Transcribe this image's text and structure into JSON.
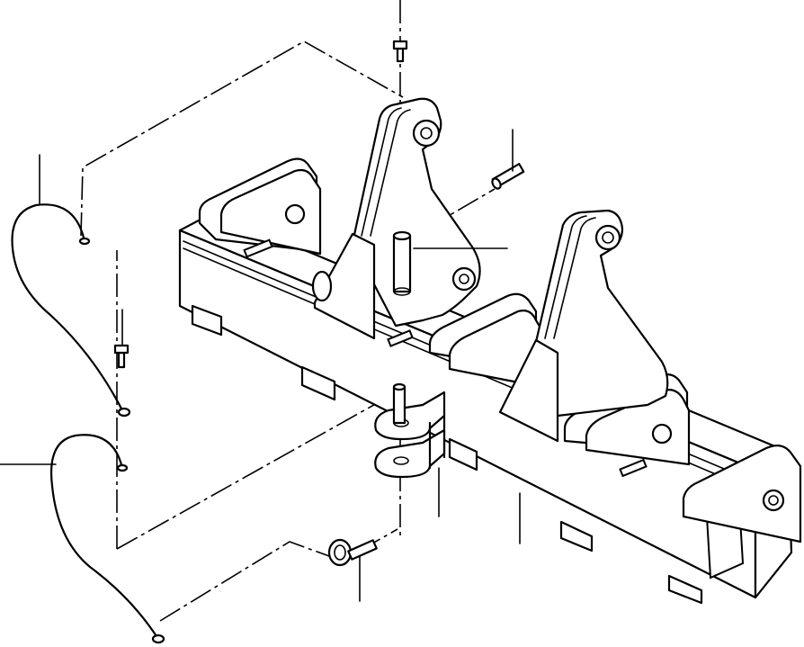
{
  "figure": {
    "colors": {
      "line": "#000000",
      "background": "#ffffff"
    },
    "parts": [
      {
        "id": "crossmember"
      },
      {
        "id": "upper-lift-arm-bracket"
      },
      {
        "id": "lower-lift-arm-bracket"
      },
      {
        "id": "clevis-bracket"
      },
      {
        "id": "hitch-pin"
      },
      {
        "id": "lynch-pin"
      },
      {
        "id": "cap-screw-top"
      },
      {
        "id": "cap-screw-left"
      },
      {
        "id": "retaining-chain-upper"
      },
      {
        "id": "retaining-chain-lower"
      },
      {
        "id": "clevis-pin"
      },
      {
        "id": "washer"
      }
    ]
  }
}
